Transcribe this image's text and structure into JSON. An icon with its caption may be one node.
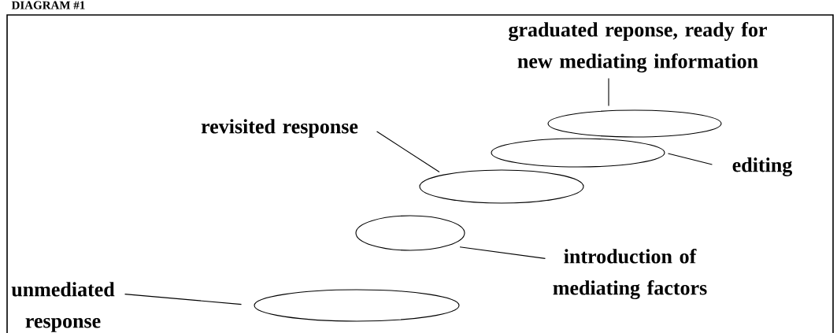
{
  "diagram": {
    "title": "DIAGRAM #1",
    "nodes": [
      {
        "text": [],
        "shape": "ellipse"
      },
      {
        "text": [],
        "shape": "ellipse"
      },
      {
        "text": [],
        "shape": "ellipse"
      },
      {
        "text": [],
        "shape": "ellipse"
      },
      {
        "text": [],
        "shape": "ellipse"
      },
      {
        "text": [
          "unmediated response"
        ]
      },
      {
        "text": [
          "introduction of mediating factors"
        ]
      },
      {
        "text": [
          "revisited response"
        ]
      },
      {
        "text": [
          "editing"
        ]
      },
      {
        "text": [
          "graduated reponse, ready for new mediating information"
        ]
      }
    ],
    "edges": [
      {
        "from": 5,
        "to": 0,
        "arrow": "none"
      },
      {
        "from": 6,
        "to": 1,
        "arrow": "none"
      },
      {
        "from": 7,
        "to": 2,
        "arrow": "none"
      },
      {
        "from": 8,
        "to": 3,
        "arrow": "none"
      },
      {
        "from": 9,
        "to": 4,
        "arrow": "none"
      }
    ]
  }
}
